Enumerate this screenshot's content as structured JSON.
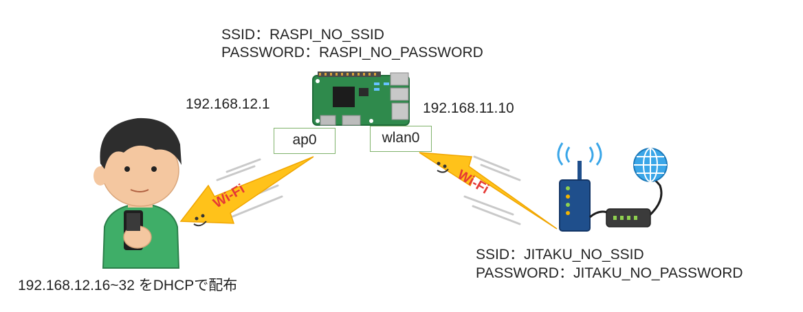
{
  "raspi": {
    "ssid_line": "SSID：RASPI_NO_SSID",
    "password_line": "PASSWORD：RASPI_NO_PASSWORD",
    "ap_ip": "192.168.12.1",
    "wlan_ip": "192.168.11.10"
  },
  "interfaces": {
    "ap": "ap0",
    "wlan": "wlan0"
  },
  "router": {
    "ssid_line": "SSID：JITAKU_NO_SSID",
    "password_line": "PASSWORD：JITAKU_NO_PASSWORD"
  },
  "dhcp_note": "192.168.12.16~32 をDHCPで配布",
  "wifi_label": "Wi-Fi",
  "colors": {
    "wifi_arrow": "#ffc21a",
    "wifi_text": "#e53935",
    "board": "#2f8a4c",
    "router_body": "#1f4f8c",
    "shirt": "#3fae68",
    "globe": "#3aa6e8"
  },
  "icons": [
    "raspberry-pi-board-icon",
    "person-with-smartphone-icon",
    "wifi-router-icon",
    "modem-icon",
    "globe-icon",
    "wifi-signal-icon"
  ]
}
